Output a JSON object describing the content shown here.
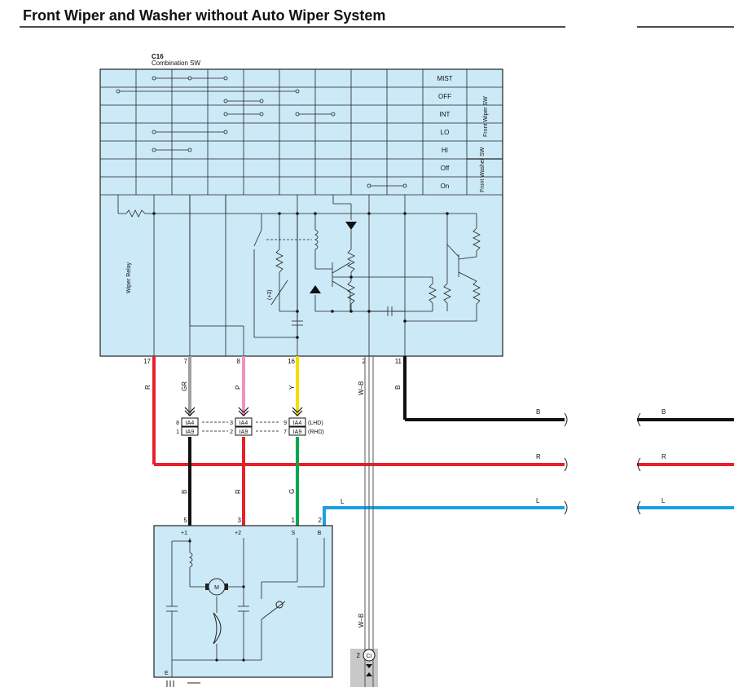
{
  "title": "Front Wiper and Washer without Auto Wiper System",
  "switch": {
    "code": "C16",
    "name": "Combination SW",
    "rows": [
      "MIST",
      "OFF",
      "INT",
      "LO",
      "HI",
      "Off",
      "On"
    ],
    "wiper_group_label": "Front Wiper SW",
    "washer_group_label": "Front Washer SW"
  },
  "relay": {
    "label": "Wiper Relay",
    "resistor_label": "(+3)"
  },
  "pins": {
    "p17": "17",
    "p7": "7",
    "p8": "8",
    "p16": "16",
    "p2": "2",
    "p11": "11"
  },
  "wire_labels": {
    "R": "R",
    "GR": "GR",
    "P": "P",
    "Y": "Y",
    "WB": "W–B",
    "B": "B",
    "Bdown": "B",
    "Rdown": "R",
    "Gdown": "G",
    "L": "L"
  },
  "connectors": {
    "ia4": "IA4",
    "ia9": "IA9",
    "lhd": "(LHD)",
    "rhd": "(RHD)",
    "n8": "8",
    "n1": "1",
    "n3": "3",
    "n2": "2",
    "n9": "9",
    "n7": "7"
  },
  "motor": {
    "label": "M",
    "pins": {
      "p5": "5",
      "p3": "3",
      "p1": "1",
      "p2": "2"
    },
    "terms": {
      "t1": "+1",
      "t2": "+2",
      "s": "S",
      "b": "B",
      "e": "E"
    }
  },
  "bus_labels": {
    "b": "B",
    "r": "R",
    "l": "L",
    "b2": "B",
    "r2": "R",
    "l2": "L"
  },
  "junction": {
    "pin": "2",
    "code": "CI"
  },
  "colors": {
    "R": "#e8202a",
    "GR": "#a0a0a0",
    "P": "#f092c0",
    "Y": "#f5dc00",
    "B": "#111111",
    "G": "#00a651",
    "L": "#1aa0e6",
    "panel": "#cbe9f7"
  }
}
